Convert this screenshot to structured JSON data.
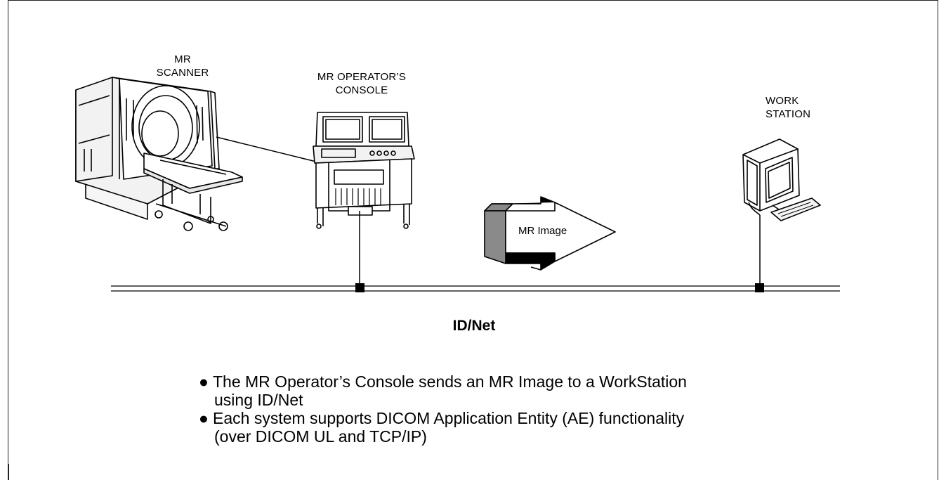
{
  "labels": {
    "scanner_line1": "MR",
    "scanner_line2": "SCANNER",
    "console_line1": "MR OPERATOR’S",
    "console_line2": "CONSOLE",
    "workstation_line1": "WORK",
    "workstation_line2": "STATION",
    "arrow_label": "MR Image"
  },
  "network_label": "ID/Net",
  "bullet_glyph": "●",
  "bullets": [
    {
      "line1": "The MR Operator’s Console sends an MR Image to a WorkStation",
      "line2": "using ID/Net"
    },
    {
      "line1": "Each system supports DICOM Application Entity (AE) functionality",
      "line2": "(over DICOM UL and TCP/IP)"
    }
  ]
}
